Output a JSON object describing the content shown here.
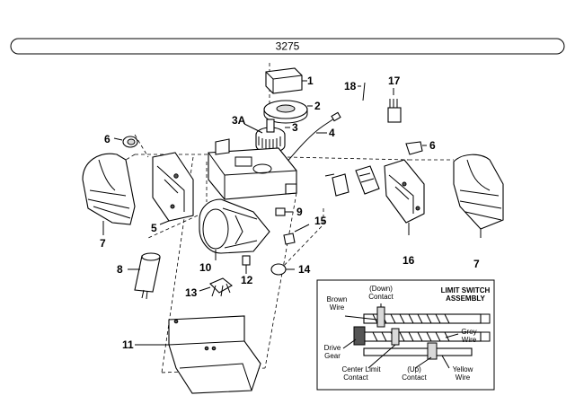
{
  "title": "3275",
  "callouts": [
    "1",
    "2",
    "3A",
    "3",
    "4",
    "6",
    "7",
    "5",
    "9",
    "15",
    "10",
    "8",
    "12",
    "14",
    "13",
    "11",
    "16",
    "6",
    "7",
    "17",
    "18"
  ],
  "inset": {
    "title_line1": "LIMIT SWITCH",
    "title_line2": "ASSEMBLY",
    "labels": {
      "down_contact_1": "(Down)",
      "down_contact_2": "Contact",
      "brown_wire_1": "Brown",
      "brown_wire_2": "Wire",
      "grey_wire_1": "Grey",
      "grey_wire_2": "Wire",
      "drive_gear_1": "Drive",
      "drive_gear_2": "Gear",
      "center_limit_1": "Center Limit",
      "center_limit_2": "Contact",
      "up_contact_1": "(Up)",
      "up_contact_2": "Contact",
      "yellow_wire_1": "Yellow",
      "yellow_wire_2": "Wire"
    }
  }
}
